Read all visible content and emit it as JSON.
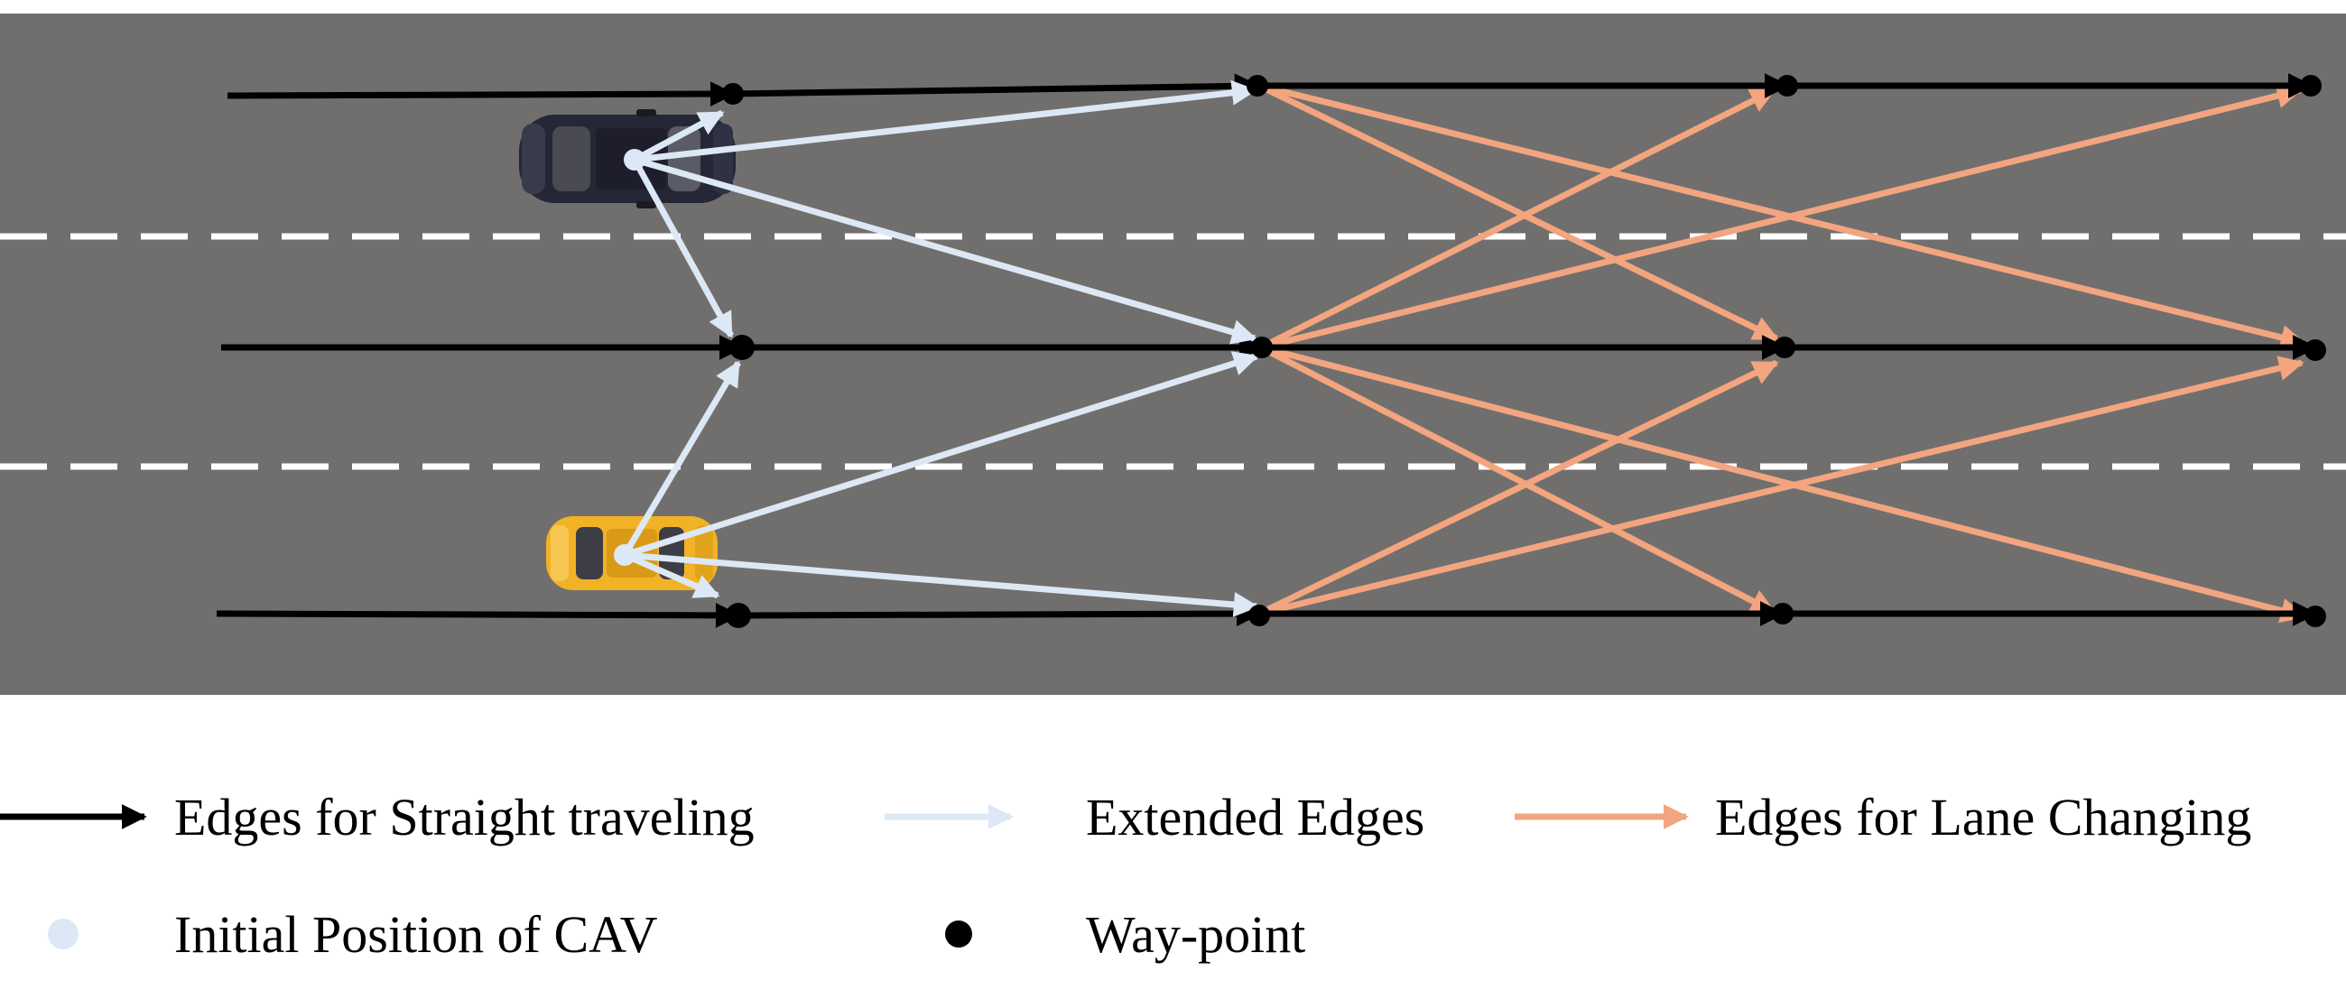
{
  "colors": {
    "road": "#706f6e",
    "lane_marking": "#ffffff",
    "straight_edge": "#000000",
    "extended_edge": "#dce8f5",
    "lane_change_edge": "#f2a57e",
    "waypoint": "#000000",
    "initial_position": "#dce8f5",
    "dark_car": "#262736",
    "yellow_car": "#f2b225"
  },
  "legend": {
    "straight": "Edges for Straight traveling",
    "extended": "Extended Edges",
    "lane_change": "Edges for Lane Changing",
    "initial": "Initial Position of CAV",
    "waypoint": "Way-point"
  }
}
